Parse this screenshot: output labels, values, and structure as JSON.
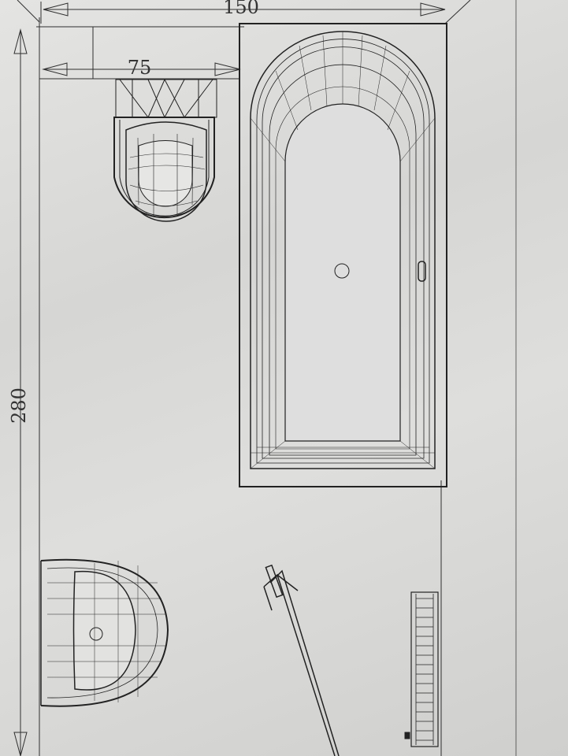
{
  "dimensions": {
    "room_width": "150",
    "toilet_width": "75",
    "room_length": "280"
  },
  "fixtures": [
    {
      "name": "toilet",
      "icon": "toilet-icon"
    },
    {
      "name": "bathtub",
      "icon": "bathtub-icon"
    },
    {
      "name": "washbasin",
      "icon": "washbasin-icon"
    },
    {
      "name": "towel-rail",
      "icon": "towel-rail-icon"
    },
    {
      "name": "radiator",
      "icon": "radiator-icon"
    }
  ],
  "colors": {
    "paper": "#dcdcda",
    "ink": "#2a2a2a"
  }
}
